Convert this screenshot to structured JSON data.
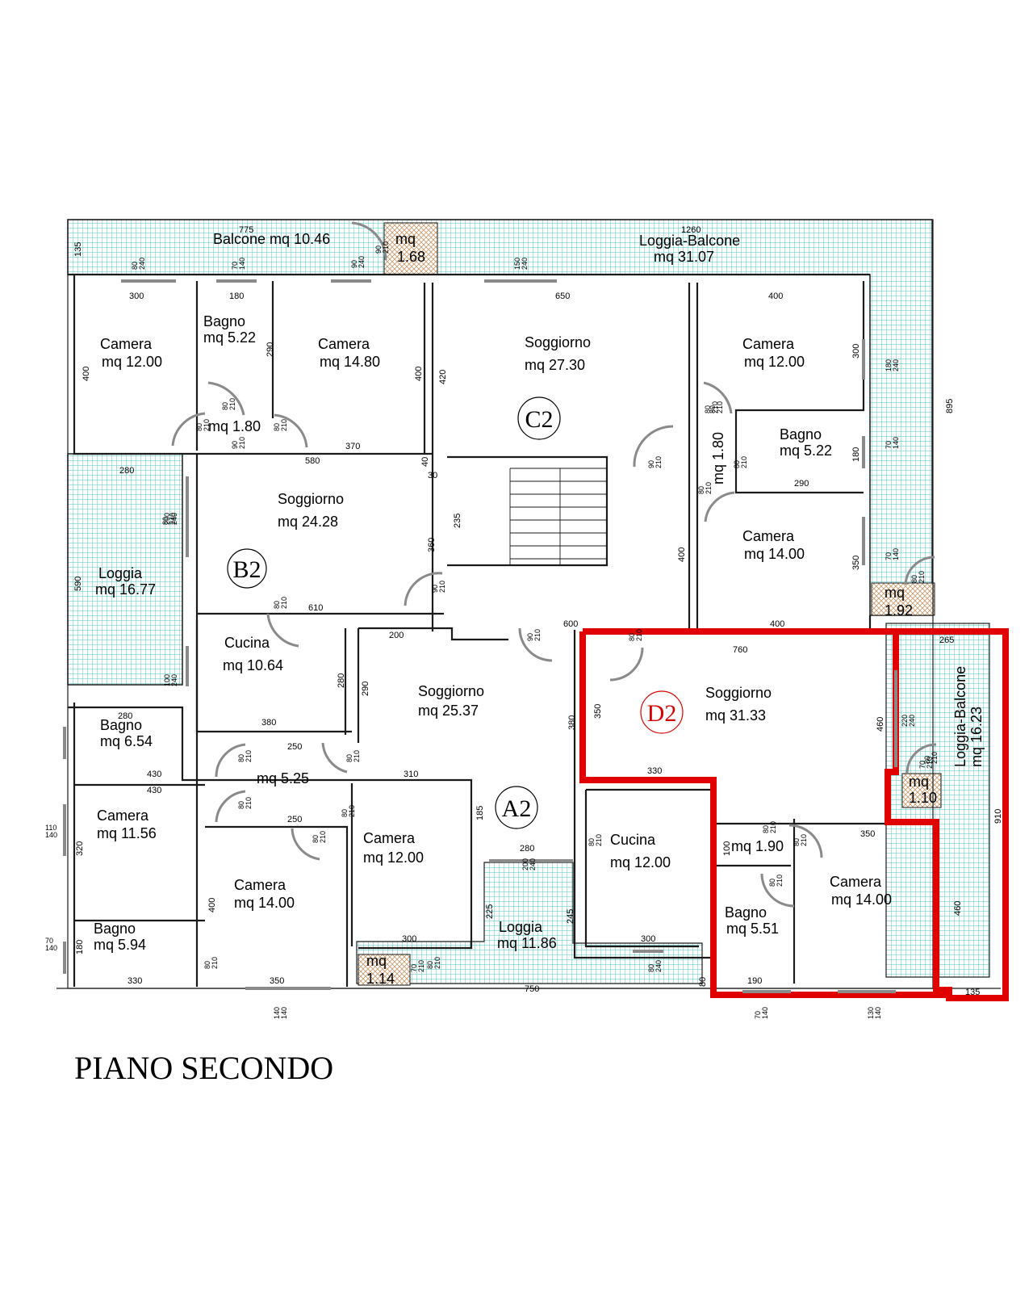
{
  "title": "PIANO SECONDO",
  "units": [
    {
      "id": "unit-a2",
      "label": "A2",
      "highlight": false
    },
    {
      "id": "unit-b2",
      "label": "B2",
      "highlight": false
    },
    {
      "id": "unit-c2",
      "label": "C2",
      "highlight": false
    },
    {
      "id": "unit-d2",
      "label": "D2",
      "highlight": true
    }
  ],
  "rooms": {
    "balcone_n": {
      "name": "Balcone mq 10.46",
      "area": ""
    },
    "mq168": {
      "name": "mq",
      "area": "1.68"
    },
    "loggia_balcone_n": {
      "name": "Loggia-Balcone",
      "area": "mq 31.07"
    },
    "camera_b1": {
      "name": "Camera",
      "area": "mq 12.00"
    },
    "bagno_b1": {
      "name": "Bagno",
      "area": "mq 5.22"
    },
    "camera_b2": {
      "name": "Camera",
      "area": "mq 14.80"
    },
    "disimp_b": {
      "name": "",
      "area": "mq 1.80"
    },
    "soggiorno_c": {
      "name": "Soggiorno",
      "area": "mq 27.30"
    },
    "camera_c1": {
      "name": "Camera",
      "area": "mq 12.00"
    },
    "disimp_c": {
      "name": "",
      "area": "mq 1.80"
    },
    "bagno_c": {
      "name": "Bagno",
      "area": "mq 5.22"
    },
    "camera_c2": {
      "name": "Camera",
      "area": "mq 14.00"
    },
    "mq192": {
      "name": "mq",
      "area": "1.92"
    },
    "soggiorno_b": {
      "name": "Soggiorno",
      "area": "mq 24.28"
    },
    "loggia_w": {
      "name": "Loggia",
      "area": "mq 16.77"
    },
    "cucina_b": {
      "name": "Cucina",
      "area": "mq 10.64"
    },
    "soggiorno_a": {
      "name": "Soggiorno",
      "area": "mq 25.37"
    },
    "bagno_a1": {
      "name": "Bagno",
      "area": "mq 6.54"
    },
    "disimp_a": {
      "name": "",
      "area": "mq 5.25"
    },
    "camera_a1": {
      "name": "Camera",
      "area": "mq 11.56"
    },
    "camera_a2": {
      "name": "Camera",
      "area": "mq 14.00"
    },
    "camera_a3": {
      "name": "Camera",
      "area": "mq 12.00"
    },
    "bagno_a2": {
      "name": "Bagno",
      "area": "mq 5.94"
    },
    "mq114": {
      "name": "mq",
      "area": "1.14"
    },
    "loggia_s": {
      "name": "Loggia",
      "area": "mq 11.86"
    },
    "soggiorno_d": {
      "name": "Soggiorno",
      "area": "mq 31.33"
    },
    "loggia_balcone_e": {
      "name": "Loggia-Balcone",
      "area": "mq 16.23"
    },
    "mq110": {
      "name": "mq",
      "area": "1.10"
    },
    "cucina_d": {
      "name": "Cucina",
      "area": "mq 12.00"
    },
    "disimp_d": {
      "name": "",
      "area": "mq 1.90"
    },
    "camera_d": {
      "name": "Camera",
      "area": "mq 14.00"
    },
    "bagno_d": {
      "name": "Bagno",
      "area": "mq 5.51"
    }
  },
  "dims": {
    "d775": "775",
    "d1260": "1260",
    "d135a": "135",
    "d300a": "300",
    "d180a": "180",
    "d650": "650",
    "d400a": "400",
    "d400b": "400",
    "d290a": "290",
    "d400c": "400",
    "d420": "420",
    "d300b": "300",
    "d895": "895",
    "d370": "370",
    "d580": "580",
    "d280a": "280",
    "d40": "40",
    "d30": "30",
    "d180b": "180",
    "d290b": "290",
    "d235": "235",
    "d360": "360",
    "d400d": "400",
    "d590": "590",
    "d350a": "350",
    "d400e": "400",
    "d610": "610",
    "d600": "600",
    "d200a": "200",
    "d760": "760",
    "d265": "265",
    "d280b": "280",
    "d290c": "290",
    "d380a": "380",
    "d350b": "350",
    "d460a": "460",
    "d280c": "280",
    "d380b": "380",
    "d250a": "250",
    "d430a": "430",
    "d310": "310",
    "d330a": "330",
    "d430b": "430",
    "d185": "185",
    "d250b": "250",
    "d320": "320",
    "d280d": "280",
    "d350c": "350",
    "d910": "910",
    "d400f": "400",
    "d225": "225",
    "d245": "245",
    "d100": "100",
    "d460b": "460",
    "d300c": "300",
    "d300d": "300",
    "d180c": "180",
    "d330b": "330",
    "d350d": "350",
    "d750": "750",
    "d80": "80",
    "d190": "190",
    "d135b": "135"
  },
  "openings": {
    "o1": [
      "80",
      "240"
    ],
    "o2": [
      "70",
      "140"
    ],
    "o3": [
      "90",
      "240"
    ],
    "o4": [
      "90",
      "210"
    ],
    "o5": [
      "150",
      "240"
    ],
    "o6": [
      "180",
      "240"
    ],
    "o7": [
      "80",
      "210"
    ],
    "o8": [
      "80",
      "210"
    ],
    "o9": [
      "80",
      "210"
    ],
    "o10": [
      "90",
      "210"
    ],
    "o11": [
      "80",
      "210"
    ],
    "o12": [
      "80",
      "210"
    ],
    "o13": [
      "70",
      "140"
    ],
    "o14": [
      "80",
      "210"
    ],
    "o15": [
      "80",
      "240"
    ],
    "o16": [
      "80",
      "210"
    ],
    "o17": [
      "200",
      "240"
    ],
    "o18": [
      "90",
      "210"
    ],
    "o19": [
      "80",
      "210"
    ],
    "o20": [
      "90",
      "210"
    ],
    "o21": [
      "90",
      "210"
    ],
    "o22": [
      "100",
      "240"
    ],
    "o23": [
      "220",
      "240"
    ],
    "o24": [
      "70",
      "140"
    ],
    "o25": [
      "80",
      "210"
    ],
    "o26": [
      "80",
      "210"
    ],
    "o27": [
      "70",
      "210"
    ],
    "o28": [
      "80",
      "210"
    ],
    "o29": [
      "80",
      "210"
    ],
    "o30": [
      "110",
      "140"
    ],
    "o31": [
      "80",
      "210"
    ],
    "o32": [
      "80",
      "210"
    ],
    "o33": [
      "80",
      "210"
    ],
    "o34": [
      "80",
      "210"
    ],
    "o35": [
      "200",
      "240"
    ],
    "o36": [
      "80",
      "210"
    ],
    "o37": [
      "80",
      "210"
    ],
    "o38": [
      "80",
      "210"
    ],
    "o39": [
      "70",
      "140"
    ],
    "o40": [
      "80",
      "210"
    ],
    "o41": [
      "70",
      "210"
    ],
    "o42": [
      "80",
      "210"
    ],
    "o43": [
      "80",
      "240"
    ],
    "o44": [
      "140",
      "140"
    ],
    "o45": [
      "70",
      "140"
    ],
    "o46": [
      "130",
      "140"
    ],
    "o47": [
      "80",
      "210"
    ]
  }
}
